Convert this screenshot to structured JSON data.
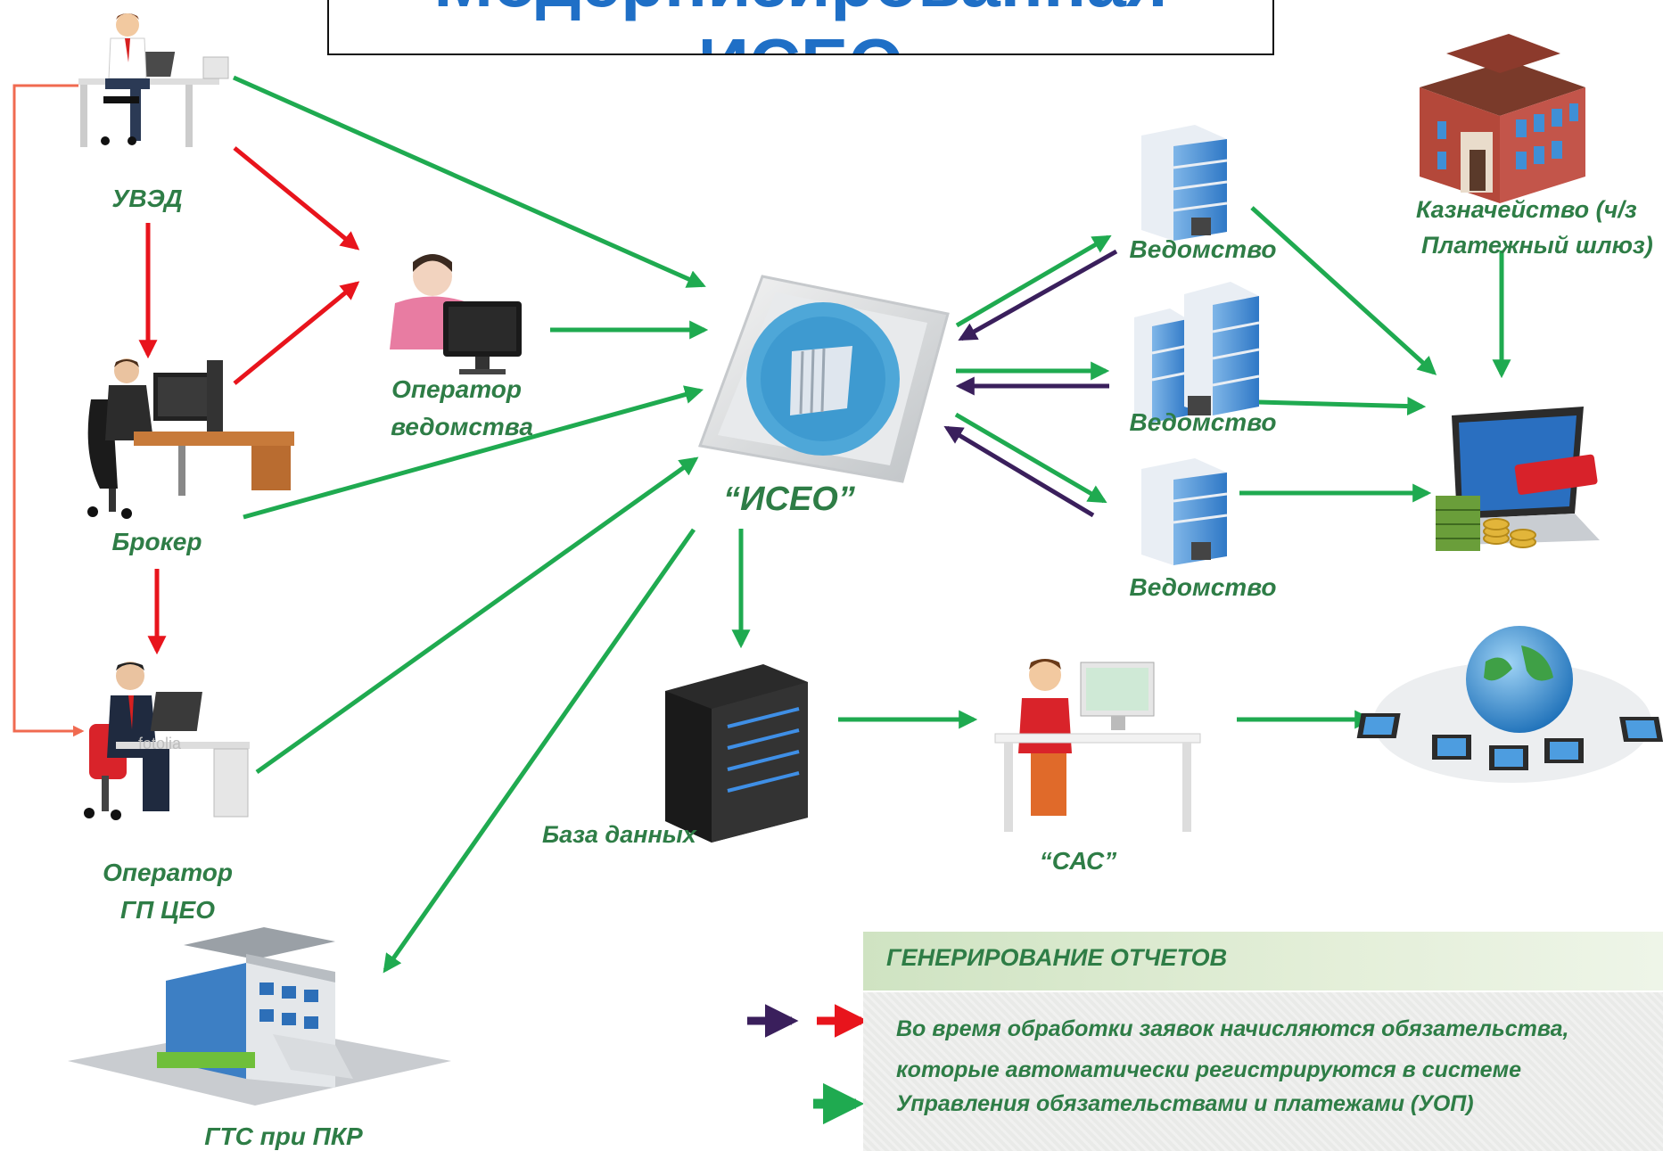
{
  "title": "Модернизированная ИСЕО",
  "labels": {
    "uved": "УВЭД",
    "operator_vedomstva_1": "Оператор",
    "operator_vedomstva_2": "ведомства",
    "broker": "Брокер",
    "operator_gp_1": "Оператор",
    "operator_gp_2": "ГП ЦЕО",
    "iseo": "“ИСЕО”",
    "vedomstvo_1": "Ведомство",
    "vedomstvo_2": "Ведомство",
    "vedomstvo_3": "Ведомство",
    "treasury_1": "Казначейство (ч/з",
    "treasury_2": "Платежный шлюз)",
    "database": "База данных",
    "sas": "“САС”",
    "gts": "ГТС  при ПКР",
    "watermark": "fotolia"
  },
  "info": {
    "header": "ГЕНЕРИРОВАНИЕ ОТЧЕТОВ",
    "line1": "Во время обработки заявок начисляются обязательства,",
    "line2": "которые автоматически регистрируются в системе",
    "line3": "Управления обязательствами и платежами (УОП)"
  },
  "colors": {
    "green_arrow": "#1faa50",
    "red_arrow": "#e8141c",
    "purple_arrow": "#3a1f5c",
    "label_green": "#2e7d46",
    "title_blue": "#1f6fc6"
  },
  "icons": [
    "person-at-laptop-icon",
    "operator-at-monitor-icon",
    "broker-at-computer-icon",
    "operator-businessman-icon",
    "iseo-system-icon",
    "office-building-icon",
    "treasury-building-icon",
    "online-payment-laptop-icon",
    "server-database-icon",
    "analyst-at-computer-icon",
    "global-network-icon",
    "customs-building-icon"
  ]
}
